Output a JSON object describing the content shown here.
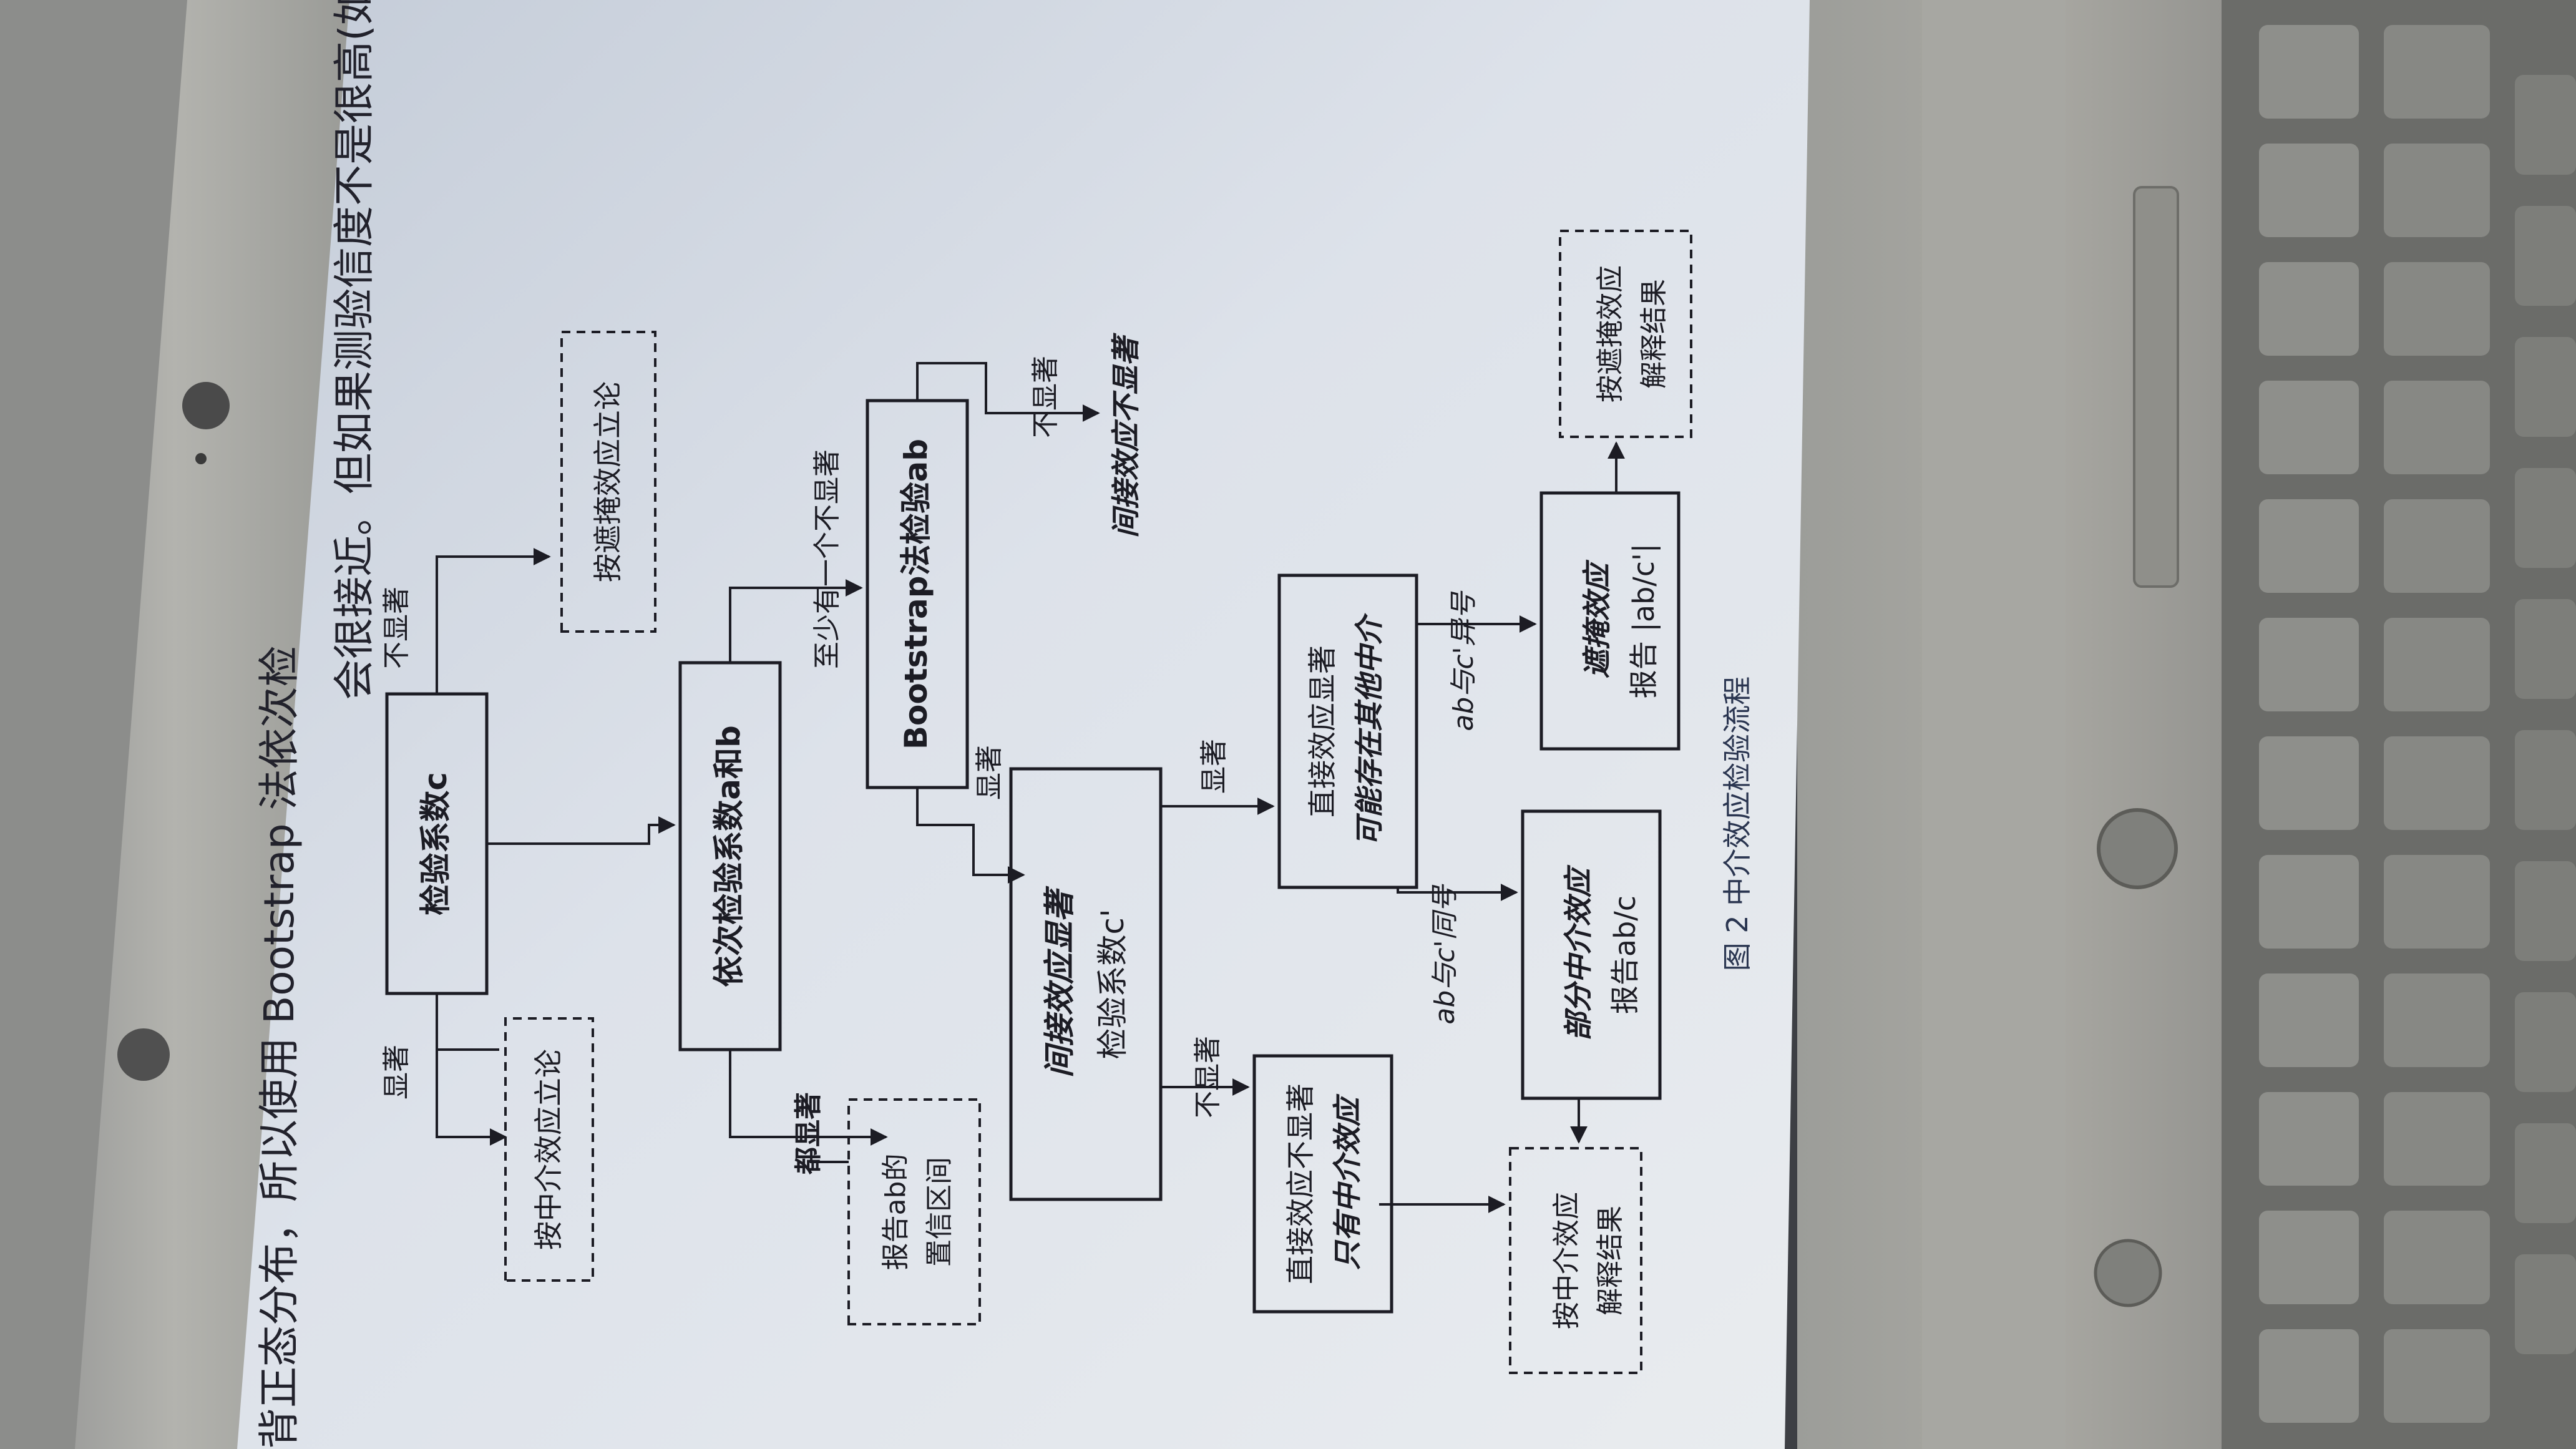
{
  "page": {
    "top_text_line1": "背正态分布，所以使用 Bootstrap 法依次检",
    "top_text_line2": "会很接近。但如果测验信度不是很高(如只是通",
    "caption": "图 2  中介效应检验流程"
  },
  "flowchart": {
    "box_c": "检验系数c",
    "box_ab_seq": "依次检验系数a和b",
    "box_boot": "Bootstrap法检验ab",
    "box_indirect_sig": [
      "间接效应显著",
      "检验系数c'"
    ],
    "box_direct_sig": [
      "直接效应显著",
      "可能存在其他中介"
    ],
    "box_direct_nonsig": [
      "直接效应不显著",
      "只有中介效应"
    ],
    "box_partial": [
      "部分中介效应",
      "报告ab/c"
    ],
    "box_suppress": [
      "遮掩效应",
      "报告 |ab/c'|"
    ],
    "dash_mediation_theory": "按中介效应立论",
    "dash_suppression_theory": "按遮掩效应立论",
    "dash_ci": [
      "报告ab的",
      "置信区间"
    ],
    "dash_mediation_interp": [
      "按中介效应",
      "解释结果"
    ],
    "dash_suppress_interp": [
      "按遮掩效应",
      "解释结果"
    ],
    "edge_sig": "显著",
    "edge_nonsig": "不显著",
    "edge_both_sig": "都显著",
    "edge_at_least_one": "至少有一个不显著",
    "edge_boot_sig": "显著",
    "edge_boot_nonsig": "不显著",
    "text_indirect_nonsig": "间接效应不显著",
    "edge_direct_sig": "显著",
    "edge_direct_nonsig": "不显著",
    "edge_same_sign": "ab与c'同号",
    "edge_diff_sign": "ab与c'异号"
  },
  "colors": {
    "screen": "#d5dbe6",
    "bezel": "#a9aaa6",
    "keyboard": "#8a8b87",
    "ink": "#1c1c24"
  }
}
